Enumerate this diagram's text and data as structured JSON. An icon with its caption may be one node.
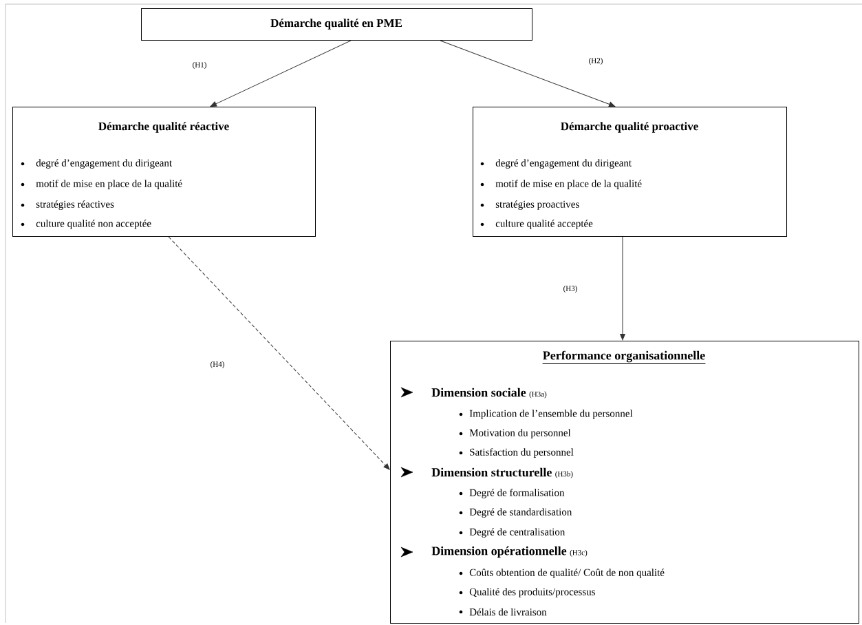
{
  "diagram": {
    "nodes": [
      {
        "text": [
          "Démarche qualité en PME"
        ]
      },
      {
        "text": [
          "Démarche qualité réactive",
          "degré d’engagement du dirigeant",
          "motif de mise en place de la qualité",
          "stratégies réactives",
          "culture qualité non acceptée"
        ]
      },
      {
        "text": [
          "Démarche qualité proactive",
          "degré d’engagement du dirigeant",
          "motif de mise en place de la qualité",
          "stratégies proactives",
          "culture qualité acceptée"
        ]
      },
      {
        "text": [
          "Performance organisationnelle",
          "Dimension sociale",
          "(H3a)",
          "Implication de l’ensemble du personnel",
          "Motivation du personnel",
          "Satisfaction du personnel",
          "Dimension structurelle",
          "(H3b)",
          "Degré de formalisation",
          "Degré de standardisation",
          "Degré de centralisation",
          "Dimension opérationnelle",
          "(H3c)",
          "Coûts obtention de qualité/ Coût de non qualité",
          "Qualité des produits/processus",
          "Délais de livraison"
        ]
      }
    ],
    "edges": [
      {
        "from": 0,
        "to": 1,
        "arrow": "to",
        "label": "(H1)"
      },
      {
        "from": 0,
        "to": 2,
        "arrow": "to",
        "label": "(H2)"
      },
      {
        "from": 2,
        "to": 3,
        "arrow": "to"
      },
      {
        "from": 1,
        "to": 3,
        "arrow": "to",
        "style": "dashed"
      }
    ],
    "labels": [
      "(H3)",
      "(H4)"
    ]
  }
}
